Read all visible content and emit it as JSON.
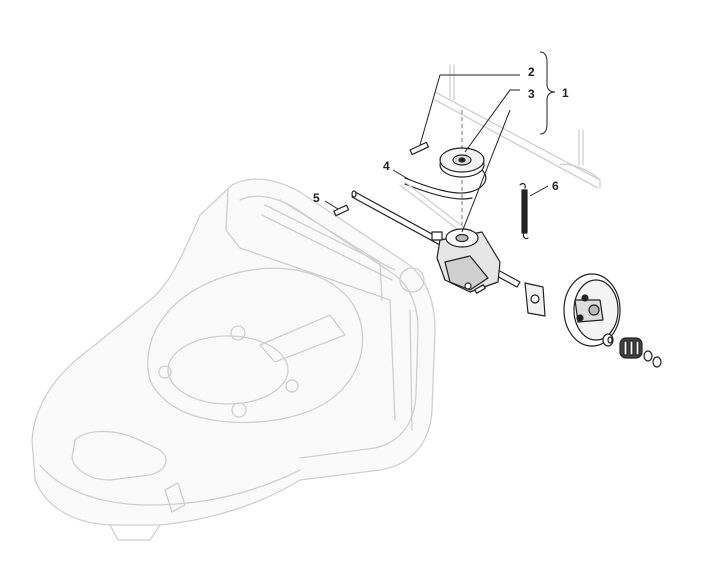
{
  "diagram": {
    "callouts": {
      "c1": "1",
      "c2": "2",
      "c3": "3",
      "c4": "4",
      "c5": "5",
      "c6": "6"
    },
    "colors": {
      "ghost_outline": "#cfcfcf",
      "part_line": "#222222",
      "background": "#ffffff"
    }
  }
}
